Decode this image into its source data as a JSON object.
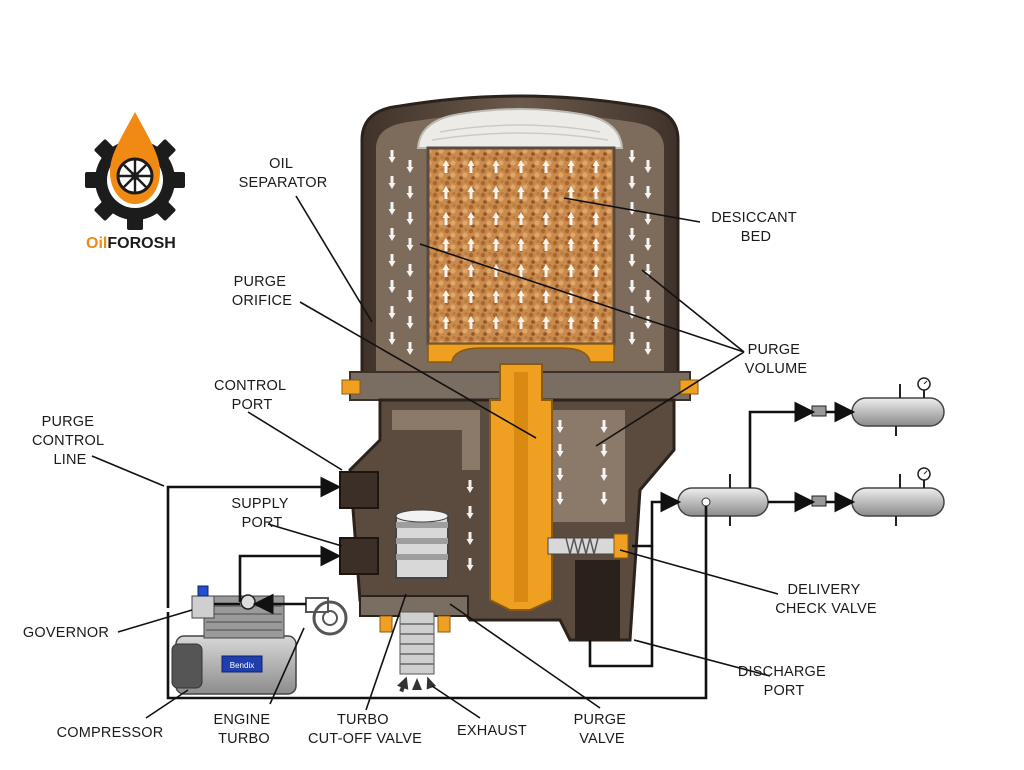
{
  "logo": {
    "brand": "OilFOROSH",
    "brand_part1": "Oil",
    "brand_part2": "FOROSH",
    "color_orange": "#f08a12",
    "color_dark": "#1c1c1c"
  },
  "colors": {
    "housing_dark": "#5b4a3e",
    "housing_mid": "#7a6859",
    "housing_light": "#a39282",
    "dome": "#ecebe8",
    "desiccant": "#c98a4d",
    "orange": "#f0a020",
    "line": "#111111",
    "tank": "#c9c9c9"
  },
  "labels": {
    "oil_separator": [
      "OIL",
      "SEPARATOR"
    ],
    "desiccant_bed": [
      "DESICCANT",
      "BED"
    ],
    "purge_orifice": [
      "PURGE",
      "ORIFICE"
    ],
    "purge_volume": [
      "PURGE",
      "VOLUME"
    ],
    "control_port": [
      "CONTROL",
      "PORT"
    ],
    "purge_control_line": [
      "PURGE",
      "CONTROL",
      "LINE"
    ],
    "supply_port": [
      "SUPPLY",
      "PORT"
    ],
    "delivery_check_valve": [
      "DELIVERY",
      "CHECK VALVE"
    ],
    "governor": [
      "GOVERNOR"
    ],
    "discharge_port": [
      "DISCHARGE",
      "PORT"
    ],
    "compressor": [
      "COMPRESSOR"
    ],
    "engine_turbo": [
      "ENGINE",
      "TURBO"
    ],
    "turbo_cutoff_valve": [
      "TURBO",
      "CUT-OFF VALVE"
    ],
    "exhaust": [
      "EXHAUST"
    ],
    "purge_valve": [
      "PURGE",
      "VALVE"
    ]
  },
  "compressor_plate": "Bendix"
}
